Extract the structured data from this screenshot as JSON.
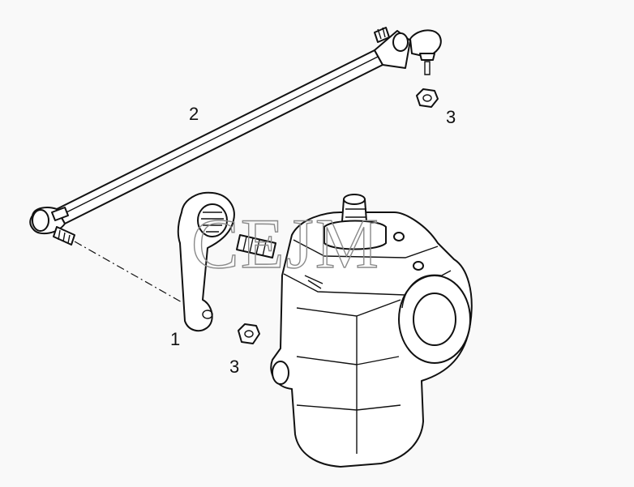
{
  "watermark": "CEJM",
  "callouts": [
    {
      "id": "1",
      "text": "1"
    },
    {
      "id": "2",
      "text": "2"
    },
    {
      "id": "3a",
      "text": "3"
    },
    {
      "id": "3b",
      "text": "3"
    }
  ]
}
